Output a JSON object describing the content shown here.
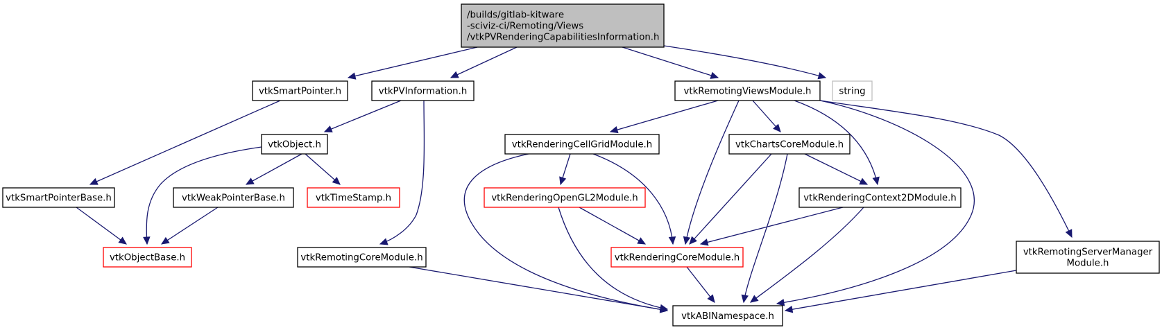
{
  "graph": {
    "type": "include-dependency-graph",
    "colors": {
      "edge": "#191970",
      "root_fill": "#bfbfbf",
      "normal_border": "#000000",
      "truncated_border": "#ff0000",
      "external_border": "#bfbfbf"
    },
    "nodes": [
      {
        "id": "root",
        "lines": [
          "/builds/gitlab-kitware",
          "-sciviz-ci/Remoting/Views",
          "/vtkPVRenderingCapabilitiesInformation.h"
        ],
        "style": "root"
      },
      {
        "id": "smartpointer",
        "lines": [
          "vtkSmartPointer.h"
        ],
        "style": "normal"
      },
      {
        "id": "pvinformation",
        "lines": [
          "vtkPVInformation.h"
        ],
        "style": "normal"
      },
      {
        "id": "remotingviews",
        "lines": [
          "vtkRemotingViewsModule.h"
        ],
        "style": "normal"
      },
      {
        "id": "string",
        "lines": [
          "string"
        ],
        "style": "external"
      },
      {
        "id": "object",
        "lines": [
          "vtkObject.h"
        ],
        "style": "normal"
      },
      {
        "id": "cellgrid",
        "lines": [
          "vtkRenderingCellGridModule.h"
        ],
        "style": "normal"
      },
      {
        "id": "chartscore",
        "lines": [
          "vtkChartsCoreModule.h"
        ],
        "style": "normal"
      },
      {
        "id": "smartpointerbase",
        "lines": [
          "vtkSmartPointerBase.h"
        ],
        "style": "normal"
      },
      {
        "id": "weakpointerbase",
        "lines": [
          "vtkWeakPointerBase.h"
        ],
        "style": "normal"
      },
      {
        "id": "timestamp",
        "lines": [
          "vtkTimeStamp.h"
        ],
        "style": "truncated"
      },
      {
        "id": "opengl2",
        "lines": [
          "vtkRenderingOpenGL2Module.h"
        ],
        "style": "truncated"
      },
      {
        "id": "context2d",
        "lines": [
          "vtkRenderingContext2DModule.h"
        ],
        "style": "normal"
      },
      {
        "id": "objectbase",
        "lines": [
          "vtkObjectBase.h"
        ],
        "style": "truncated"
      },
      {
        "id": "remotingcore",
        "lines": [
          "vtkRemotingCoreModule.h"
        ],
        "style": "normal"
      },
      {
        "id": "renderingcore",
        "lines": [
          "vtkRenderingCoreModule.h"
        ],
        "style": "truncated"
      },
      {
        "id": "servermanager",
        "lines": [
          "vtkRemotingServerManager",
          "Module.h"
        ],
        "style": "normal"
      },
      {
        "id": "abinamespace",
        "lines": [
          "vtkABINamespace.h"
        ],
        "style": "normal"
      }
    ],
    "edges": [
      {
        "from": "root",
        "to": "smartpointer"
      },
      {
        "from": "root",
        "to": "pvinformation"
      },
      {
        "from": "root",
        "to": "remotingviews"
      },
      {
        "from": "root",
        "to": "string"
      },
      {
        "from": "smartpointer",
        "to": "smartpointerbase"
      },
      {
        "from": "pvinformation",
        "to": "object"
      },
      {
        "from": "pvinformation",
        "to": "remotingcore"
      },
      {
        "from": "object",
        "to": "objectbase"
      },
      {
        "from": "object",
        "to": "weakpointerbase"
      },
      {
        "from": "object",
        "to": "timestamp"
      },
      {
        "from": "smartpointerbase",
        "to": "objectbase"
      },
      {
        "from": "weakpointerbase",
        "to": "objectbase"
      },
      {
        "from": "remotingviews",
        "to": "cellgrid"
      },
      {
        "from": "remotingviews",
        "to": "renderingcore"
      },
      {
        "from": "remotingviews",
        "to": "chartscore"
      },
      {
        "from": "remotingviews",
        "to": "context2d"
      },
      {
        "from": "remotingviews",
        "to": "abinamespace"
      },
      {
        "from": "remotingviews",
        "to": "servermanager"
      },
      {
        "from": "cellgrid",
        "to": "opengl2"
      },
      {
        "from": "cellgrid",
        "to": "renderingcore"
      },
      {
        "from": "cellgrid",
        "to": "abinamespace"
      },
      {
        "from": "chartscore",
        "to": "renderingcore"
      },
      {
        "from": "chartscore",
        "to": "context2d"
      },
      {
        "from": "chartscore",
        "to": "abinamespace"
      },
      {
        "from": "opengl2",
        "to": "renderingcore"
      },
      {
        "from": "opengl2",
        "to": "abinamespace"
      },
      {
        "from": "context2d",
        "to": "renderingcore"
      },
      {
        "from": "context2d",
        "to": "abinamespace"
      },
      {
        "from": "renderingcore",
        "to": "abinamespace"
      },
      {
        "from": "remotingcore",
        "to": "abinamespace"
      },
      {
        "from": "servermanager",
        "to": "abinamespace"
      }
    ]
  }
}
